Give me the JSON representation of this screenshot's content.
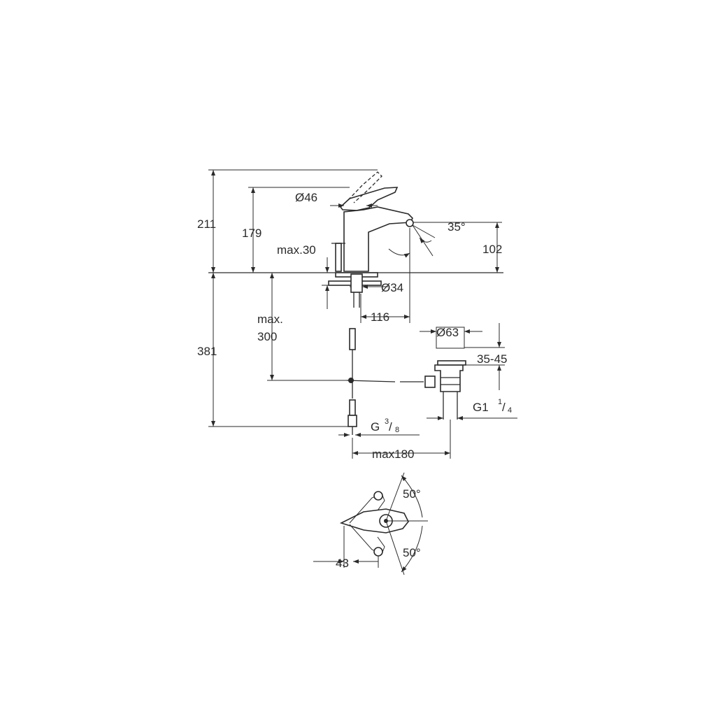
{
  "dimensions": {
    "total_height": "211",
    "spout_height": "179",
    "handle_diameter": "Ø46",
    "spray_angle": "35°",
    "outlet_height": "102",
    "deck_thickness": "max.30",
    "hole_diameter": "Ø34",
    "projection": "116",
    "hose_length_line1": "max.",
    "hose_length_line2": "300",
    "below_deck": "381",
    "waste_diameter": "Ø63",
    "waste_depth": "35-45",
    "waste_thread": "G1",
    "waste_thread_num": "1",
    "waste_thread_den": "4",
    "supply_thread": "G",
    "supply_thread_num": "3",
    "supply_thread_den": "8",
    "max_offset": "max180",
    "rotation_upper": "50°",
    "rotation_lower": "50°",
    "lever_offset": "43"
  }
}
